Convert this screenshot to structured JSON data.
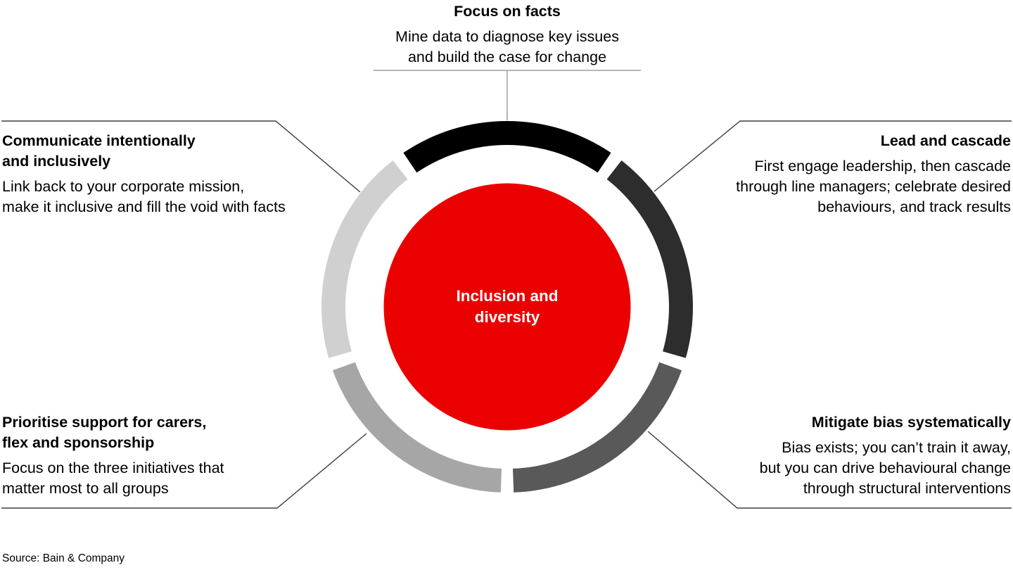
{
  "palette": {
    "background": "#ffffff",
    "center_red": "#eb0000",
    "center_text": "#ffffff",
    "connector_light_gray": "#b5b5b5",
    "connector_dark_gray": "#3e3e3e",
    "text_color": "#000000"
  },
  "center": {
    "label": "Inclusion and\ndiversity"
  },
  "ring_segments": [
    {
      "name": "focus-on-facts",
      "position": "top",
      "color": "#000000"
    },
    {
      "name": "lead-and-cascade",
      "position": "right",
      "color": "#2d2d2d"
    },
    {
      "name": "mitigate-bias-systematically",
      "position": "bottom-right",
      "color": "#595959"
    },
    {
      "name": "prioritise-support",
      "position": "bottom-left",
      "color": "#a6a6a6"
    },
    {
      "name": "communicate-intentionally",
      "position": "left",
      "color": "#d0d0d0"
    }
  ],
  "callouts": {
    "top": {
      "title": "Focus on facts",
      "body": "Mine data to diagnose key issues\nand build the case for change"
    },
    "upper_left": {
      "title": "Communicate intentionally\nand inclusively",
      "body": "Link back to your corporate mission,\nmake it inclusive and fill the void with facts"
    },
    "upper_right": {
      "title": "Lead and cascade",
      "body": "First engage leadership, then cascade\nthrough line managers; celebrate desired\nbehaviours, and track results"
    },
    "lower_left": {
      "title": "Prioritise support for carers,\nflex and sponsorship",
      "body": "Focus on the three initiatives that\nmatter most to all groups"
    },
    "lower_right": {
      "title": "Mitigate bias systematically",
      "body": "Bias exists; you can’t train it away,\nbut you can drive behavioural change\nthrough structural interventions"
    }
  },
  "footer": {
    "source": "Source: Bain & Company"
  }
}
